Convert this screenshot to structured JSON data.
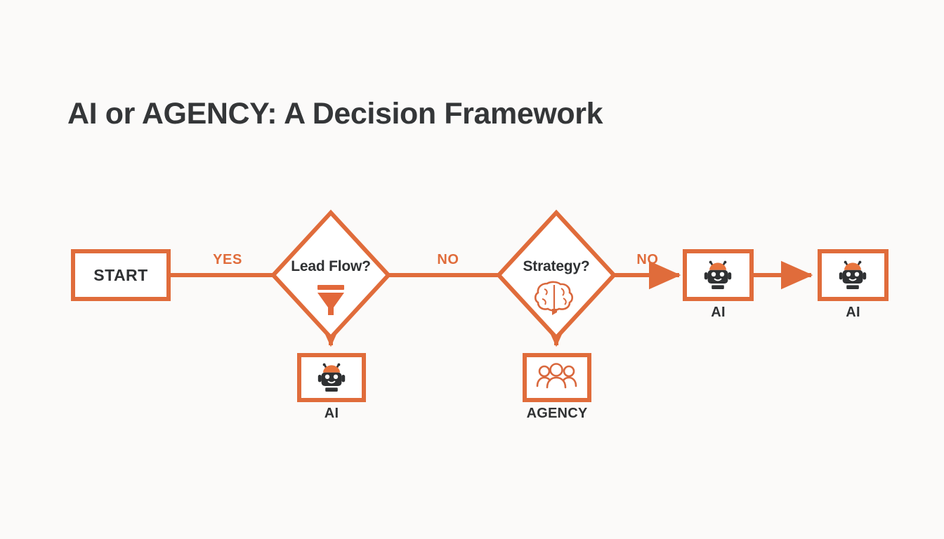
{
  "page": {
    "title": "AI or AGENCY: A Decision Framework",
    "background_color": "#fbfaf9",
    "accent_color": "#e06c3b",
    "text_color": "#343638"
  },
  "diagram": {
    "type": "flowchart",
    "nodes": [
      {
        "id": "start",
        "shape": "rectangle",
        "label": "START",
        "icon": "none",
        "caption": ""
      },
      {
        "id": "lead",
        "shape": "diamond",
        "label": "Lead Flow?",
        "icon": "funnel-icon",
        "caption": ""
      },
      {
        "id": "strategy",
        "shape": "diamond",
        "label": "Strategy?",
        "icon": "brain-icon",
        "caption": ""
      },
      {
        "id": "ai-lead",
        "shape": "rectangle",
        "label": "",
        "icon": "robot-icon",
        "caption": "AI"
      },
      {
        "id": "agency",
        "shape": "rectangle",
        "label": "",
        "icon": "people-icon",
        "caption": "AGENCY"
      },
      {
        "id": "ai-1",
        "shape": "rectangle",
        "label": "",
        "icon": "robot-icon",
        "caption": "AI"
      },
      {
        "id": "ai-2",
        "shape": "rectangle",
        "label": "",
        "icon": "robot-icon",
        "caption": "AI"
      }
    ],
    "edges": [
      {
        "from": "start",
        "to": "lead",
        "label": "YES",
        "direction": "right"
      },
      {
        "from": "lead",
        "to": "ai-lead",
        "label": "",
        "direction": "down"
      },
      {
        "from": "lead",
        "to": "strategy",
        "label": "NO",
        "direction": "right"
      },
      {
        "from": "strategy",
        "to": "agency",
        "label": "",
        "direction": "down"
      },
      {
        "from": "strategy",
        "to": "ai-1",
        "label": "NO",
        "direction": "right"
      },
      {
        "from": "ai-1",
        "to": "ai-2",
        "label": "",
        "direction": "right"
      }
    ]
  },
  "labels": {
    "start": "START",
    "lead_flow": "Lead Flow?",
    "strategy": "Strategy?",
    "yes": "YES",
    "no_1": "NO",
    "no_2": "NO",
    "ai_lead": "AI",
    "agency": "AGENCY",
    "ai_1": "AI",
    "ai_2": "AI"
  }
}
